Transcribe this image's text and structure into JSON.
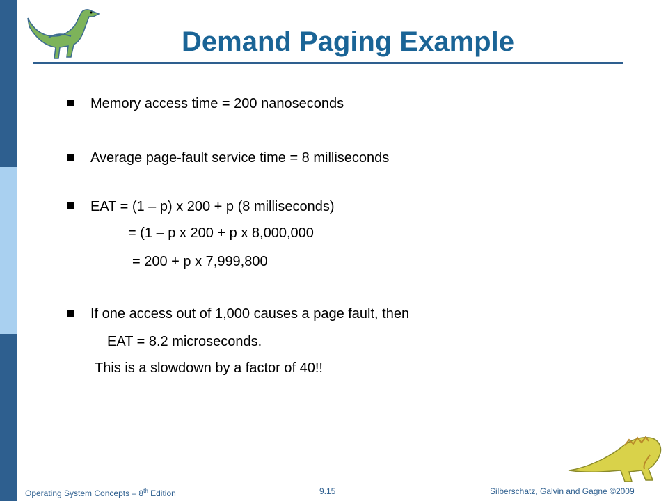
{
  "slide": {
    "title": "Demand Paging Example",
    "bullets": [
      {
        "text": "Memory access time = 200 nanoseconds"
      },
      {
        "text": "Average page-fault service time = 8 milliseconds"
      },
      {
        "text": "EAT = (1 – p) x 200 + p (8 milliseconds)"
      },
      {
        "text": "If one access out of 1,000 causes a page fault, then"
      }
    ],
    "continuations": {
      "eat_line_2": "= (1 – p  x 200 + p x 8,000,000",
      "eat_line_3": "= 200 + p x 7,999,800",
      "eat_result": "EAT = 8.2 microseconds.",
      "slowdown": "This is a slowdown by a factor of 40!!"
    }
  },
  "footer": {
    "book_prefix": "Operating System Concepts – 8",
    "book_sup": "th",
    "book_suffix": " Edition",
    "page_number": "9.15",
    "copyright": "Silberschatz, Galvin and Gagne ©2009"
  },
  "colors": {
    "title": "#1a6496",
    "sidebar_dark": "#2e5f8f",
    "sidebar_light": "#a9d0f0",
    "footer": "#2e5f8f"
  },
  "icons": {
    "top_left": "dinosaur-icon",
    "bottom_right": "dinosaur-icon"
  }
}
